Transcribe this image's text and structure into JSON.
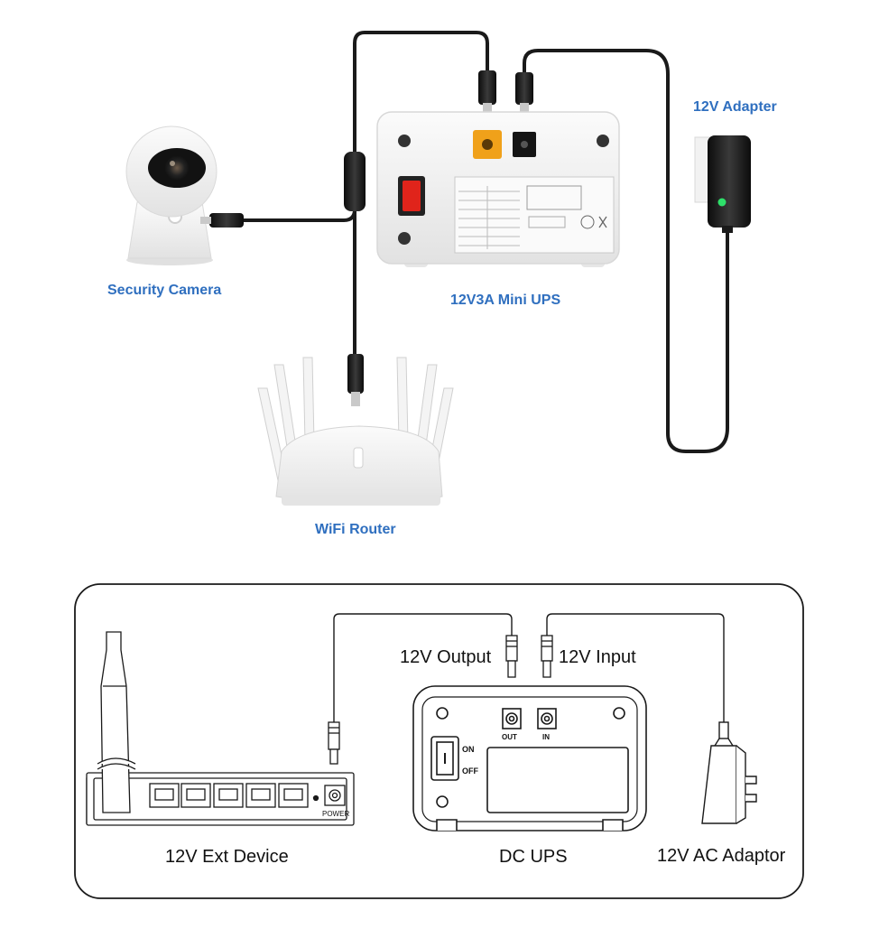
{
  "top": {
    "camera_label": "Security Camera",
    "ups_label": "12V3A Mini UPS",
    "adapter_label": "12V Adapter",
    "router_label": "WiFi Router"
  },
  "bottom": {
    "output_label": "12V Output",
    "input_label": "12V Input",
    "ext_device_label": "12V Ext Device",
    "ups_label": "DC UPS",
    "adaptor_label": "12V AC Adaptor",
    "on_label": "ON",
    "off_label": "OFF",
    "out_port_label": "OUT",
    "in_port_label": "IN",
    "power_label": "POWER"
  },
  "colors": {
    "label_blue": "#2f6fbf",
    "cable": "#1a1a1a",
    "device_white": "#f2f2f2",
    "switch_red": "#e0241b",
    "output_port_orange": "#f0a11a",
    "adapter_led": "#2ee06a"
  }
}
